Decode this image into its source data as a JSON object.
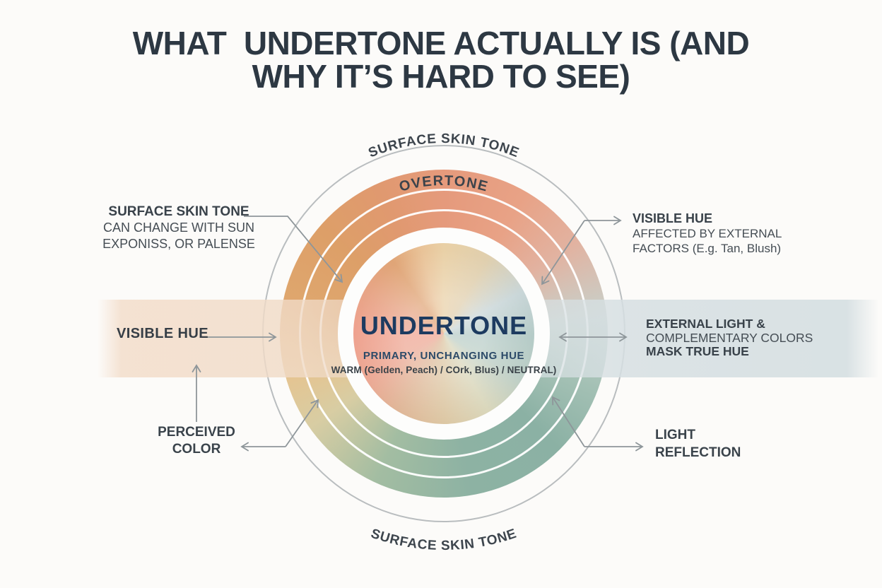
{
  "title": {
    "line1": "WHAT  UNDERTONE ACTUALLY IS (AND",
    "line2": "WHY IT’S HARD TO SEE)"
  },
  "diagram": {
    "arc_top": "SURFACE SKIN TONE",
    "arc_bottom": "SURFACE SKIN TONE",
    "overtone_ring": "OVERTONE",
    "center": {
      "heading": "UNDERTONE",
      "sub1": "PRIMARY, UNCHANGING HUE",
      "sub2": "WARM (Gelden, Peach) / COrk, Blus) / NEUTRAL)"
    }
  },
  "labels": {
    "left_top": {
      "line1": "SURFACE SKIN TONE",
      "line2": "CAN CHANGE WITH SUN",
      "line3": "EXPONISS, OR PALENSE"
    },
    "left_mid": {
      "line1": "VISIBLE HUE"
    },
    "left_bottom": {
      "line1": "PERCEIVED",
      "line2": "COLOR"
    },
    "right_top": {
      "line1": "VISIBLE HUE",
      "line2": "AFFECTED BY EXTERNAL",
      "line3": "FACTORS (E.g. Tan, Blush)"
    },
    "right_mid": {
      "line1": "EXTERNAL LIGHT &",
      "line2": "COMPLEMENTARY COLORS",
      "line3": "MASK TRUE HUE"
    },
    "right_bottom": {
      "line1": "LIGHT",
      "line2": "REFLECTION"
    }
  },
  "colors": {
    "background": "#fcfbf9",
    "title_text": "#2d3843",
    "center_heading": "#1d3b60",
    "center_sub": "#2c4a68",
    "label_text": "#39424a",
    "arrow_gray": "#8e969a",
    "outer_circle_gray": "#b9bdbf",
    "ring_palette": [
      "#e59a7c",
      "#c6d2cc",
      "#8bb1a4",
      "#a3bda2",
      "#d8cda3",
      "#dfa76e"
    ],
    "inner_disk_palette": [
      "#e9d0a6",
      "#c9d6d8",
      "#b5cbc7",
      "#dcc6a2",
      "#efa28f",
      "#e0a577"
    ],
    "band_left_peach": "#f3decc",
    "band_right_blue": "#d4dee1"
  }
}
